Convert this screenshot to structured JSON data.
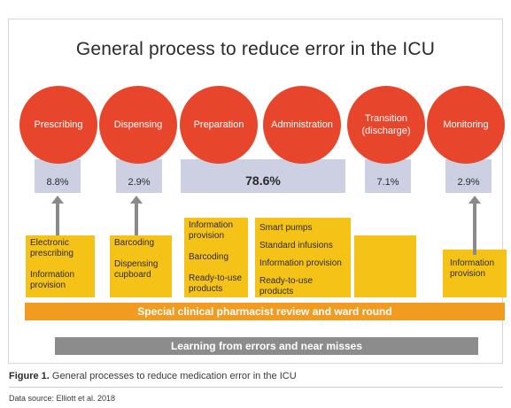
{
  "title": "General process to reduce error in the ICU",
  "steps": [
    {
      "label": "Prescribing"
    },
    {
      "label": "Dispensing"
    },
    {
      "label": "Preparation"
    },
    {
      "label": "Administration"
    },
    {
      "label": "Transition\n(discharge)"
    },
    {
      "label": "Monitoring"
    }
  ],
  "error_rates": [
    {
      "value": "8.8%"
    },
    {
      "value": "2.9%"
    },
    {
      "value": "78.6%"
    },
    {
      "value": "7.1%"
    },
    {
      "value": "2.9%"
    }
  ],
  "interventions": {
    "prescribing": [
      "Electronic prescribing",
      "Information provision"
    ],
    "dispensing": [
      "Barcoding",
      "Dispensing cupboard"
    ],
    "preparation": [
      "Information provision",
      "Barcoding",
      "Ready-to-use products"
    ],
    "administration": [
      "Smart pumps",
      "Standard infusions",
      "Information provision",
      "Ready-to-use products"
    ],
    "transition": [],
    "monitoring": [
      "Information provision"
    ]
  },
  "bands": {
    "pharmacist": "Special clinical pharmacist review and ward round",
    "learning": "Learning from errors and near misses"
  },
  "caption": {
    "label": "Figure 1.",
    "text": "General processes to reduce medication error in the ICU"
  },
  "source": "Data source: Elliott et al. 2018",
  "colors": {
    "circle": "#e8462c",
    "rate_box": "#ccd0e2",
    "intervention_box": "#f5c218",
    "pharmacist_band": "#f29b21",
    "learning_band": "#8c8c8c",
    "arrow": "#8a8a8a"
  }
}
